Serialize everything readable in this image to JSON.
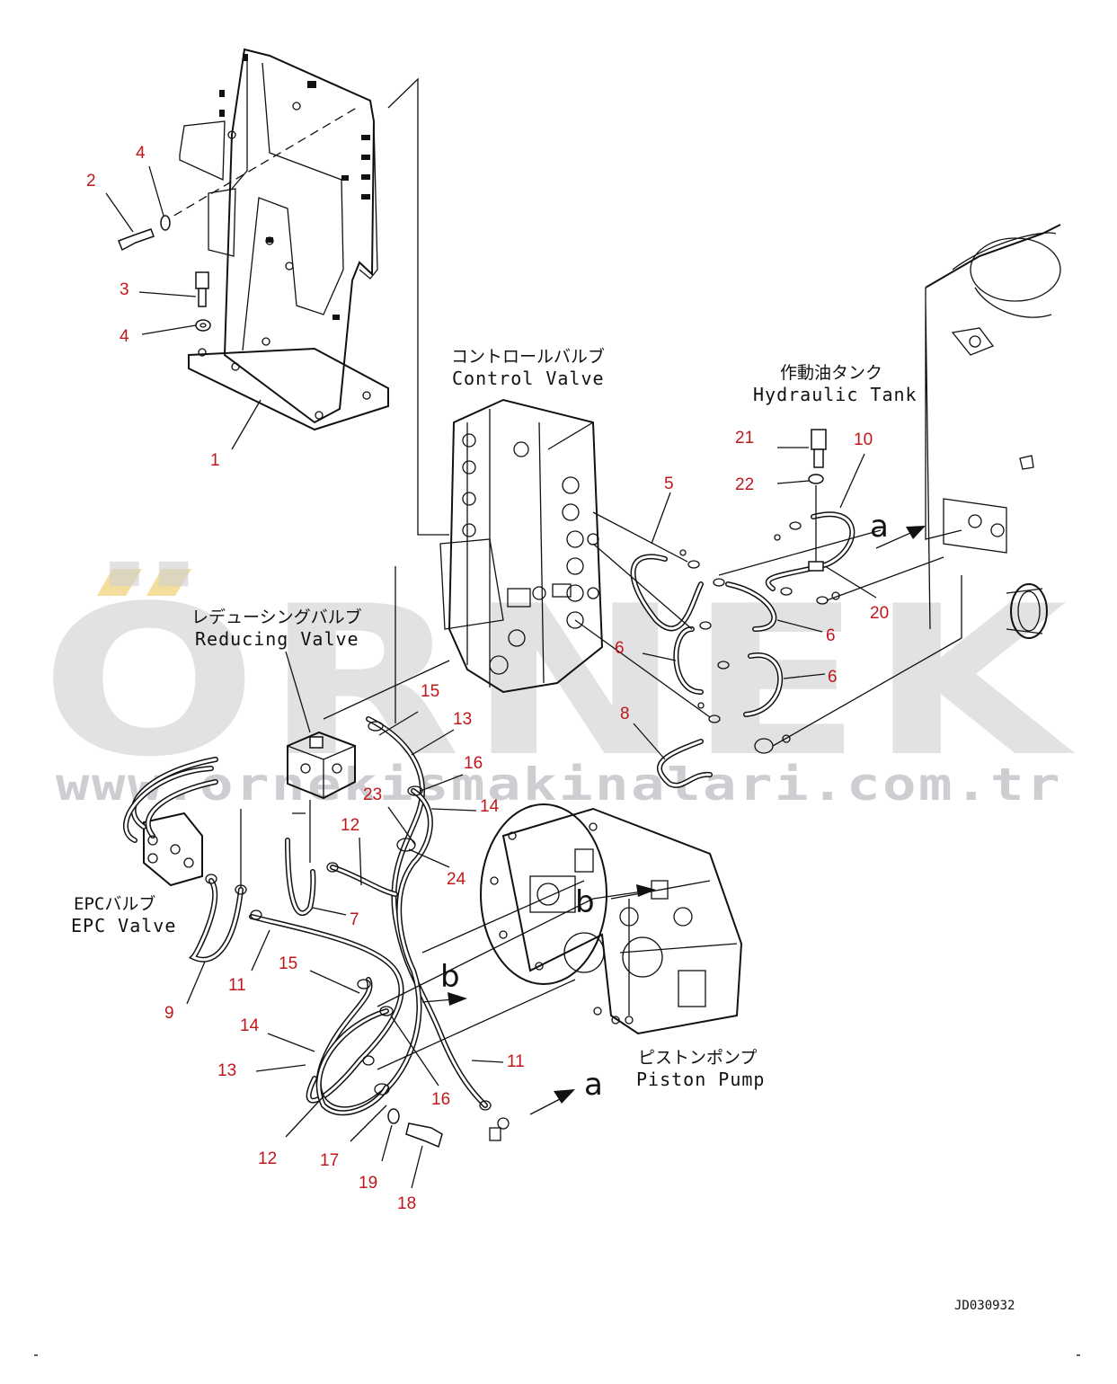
{
  "labels": {
    "control_valve_jp": "コントロールバルブ",
    "control_valve_en": "Control Valve",
    "hydraulic_tank_jp": "作動油タンク",
    "hydraulic_tank_en": "Hydraulic Tank",
    "reducing_valve_jp": "レデューシングバルブ",
    "reducing_valve_en": "Reducing Valve",
    "epc_valve_jp": "EPCバルブ",
    "epc_valve_en": "EPC Valve",
    "piston_pump_jp": "ピストンポンプ",
    "piston_pump_en": "Piston Pump"
  },
  "reference_letters": {
    "a": "a",
    "b": "b"
  },
  "part_numbers": [
    "1",
    "2",
    "3",
    "4",
    "4",
    "5",
    "6",
    "6",
    "6",
    "7",
    "8",
    "9",
    "10",
    "11",
    "11",
    "12",
    "12",
    "13",
    "13",
    "14",
    "14",
    "15",
    "15",
    "16",
    "16",
    "17",
    "18",
    "19",
    "20",
    "21",
    "22",
    "23",
    "24"
  ],
  "drawing_number": "JD030932",
  "watermark": {
    "brand": "ÖRNEK",
    "url": "www.ornekismakinalari.com.tr"
  },
  "colors": {
    "part_number": "#c0171b",
    "line_art": "#111111",
    "watermark": "#cfcfd4",
    "watermark_accent": "#f3de9c"
  }
}
